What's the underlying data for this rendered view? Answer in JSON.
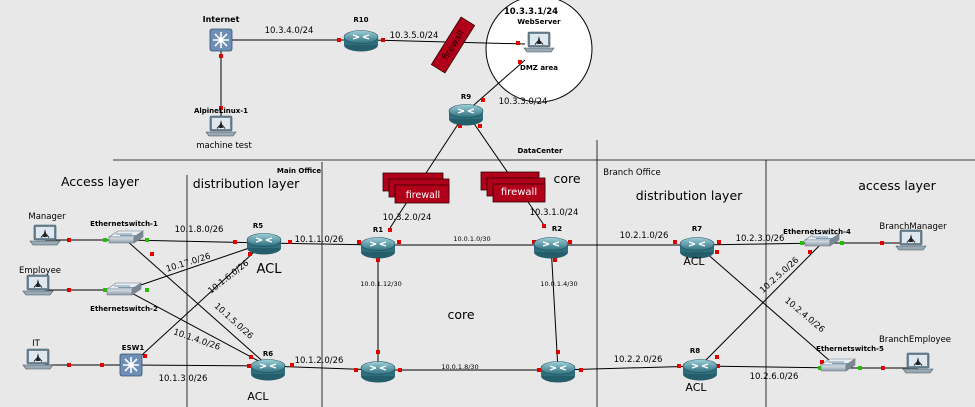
{
  "canvas": {
    "background": "#e8e8e8"
  },
  "colors": {
    "router": "#3a7a88",
    "firewall": "#b0001a",
    "link": "#000000",
    "port_up": "#e10000",
    "port_active": "#22c000"
  },
  "nodes": {
    "internet": "Internet",
    "alpine": "AlpineLinux-1",
    "machine_test": "machine test",
    "r10": "R10",
    "webserver": "WebServer",
    "webserver_ip": "10.3.3.1/24",
    "dmz": "DMZ area",
    "r9": "R9",
    "datacenter": "DataCenter",
    "main_office": "Main Office",
    "branch_office": "Branch Office",
    "manager": "Manager",
    "employee": "Employee",
    "it": "IT",
    "sw1": "Ethernetswitch-1",
    "sw2": "Ethernetswitch-2",
    "esw1": "ESW1",
    "r5": "R5",
    "r6": "R6",
    "r1": "R1",
    "r2": "R2",
    "r7": "R7",
    "r8": "R8",
    "sw4": "Ethernetswitch-4",
    "sw5": "Ethernetswitch-5",
    "branch_manager": "BranchManager",
    "branch_employee": "BranchEmployee",
    "firewall": "firewall"
  },
  "layers": {
    "access_left": "Access layer",
    "distribution_left": "distribution layer",
    "core_top": "core",
    "core_mid": "core",
    "distribution_right": "distribution layer",
    "access_right": "access layer"
  },
  "acl": {
    "r5": "ACL",
    "r6": "ACL",
    "r7": "ACL",
    "r8": "ACL"
  },
  "networks": {
    "n_internet_r10": "10.3.4.0/24",
    "n_r10_fw": "10.3.5.0/24",
    "n_r9_dmz": "10.3.3.0/24",
    "n_r1_up": "10.3.2.0/24",
    "n_r2_up": "10.3.1.0/24",
    "n_sw1_r5": "10.1.8.0/26",
    "n_r5_r1": "10.1.1.0/26",
    "n_r1_r2": "10.0.1.0/30",
    "n_r2_r7": "10.2.1.0/26",
    "n_r7_sw4": "10.2.3.0/26",
    "n_sw2_r5": "10.17.0/26",
    "n_esw1_r5": "10.1.6.0/26",
    "n_sw1_r6": "10.1.5.0/26",
    "n_sw2_r6": "10.1.4.0/26",
    "n_esw1_r6": "10.1.3.0/26",
    "n_r6_r3": "10.1.2.0/26",
    "n_r1_r3": "10.0.1.12/30",
    "n_r2_r4": "10.0.1.4/30",
    "n_r3_r4": "10.0.1.8/30",
    "n_r4_r8": "10.2.2.0/26",
    "n_r8_sw5": "10.2.6.0/26",
    "n_r7_sw5": "10.2.5.0/26",
    "n_r8_sw4": "10.2.4.0/26"
  }
}
